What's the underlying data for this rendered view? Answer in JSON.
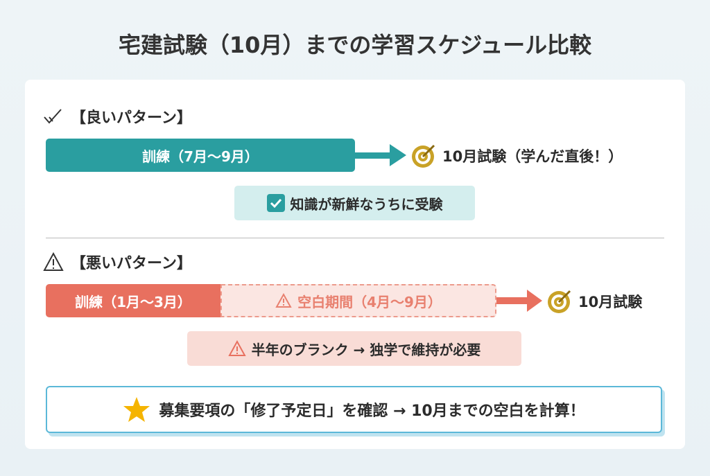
{
  "title": "宅建試験（10月）までの学習スケジュール比較",
  "good": {
    "heading": "【良いパターン】",
    "bar": "訓練（7月〜9月）",
    "exam": "10月試験（学んだ直後！）",
    "note": "知識が新鮮なうちに受験",
    "icon": "check-icon",
    "color": "#2a9ea0"
  },
  "bad": {
    "heading": "【悪いパターン】",
    "bar": "訓練（1月〜3月）",
    "blank": "空白期間（4月〜9月）",
    "exam": "10月試験",
    "note": "半年のブランク → 独学で維持が必要",
    "icon": "warning-icon",
    "color": "#e8705f"
  },
  "tip": {
    "text": "募集要項の「修了予定日」を確認 → 10月までの空白を計算！",
    "icon": "star-icon"
  }
}
